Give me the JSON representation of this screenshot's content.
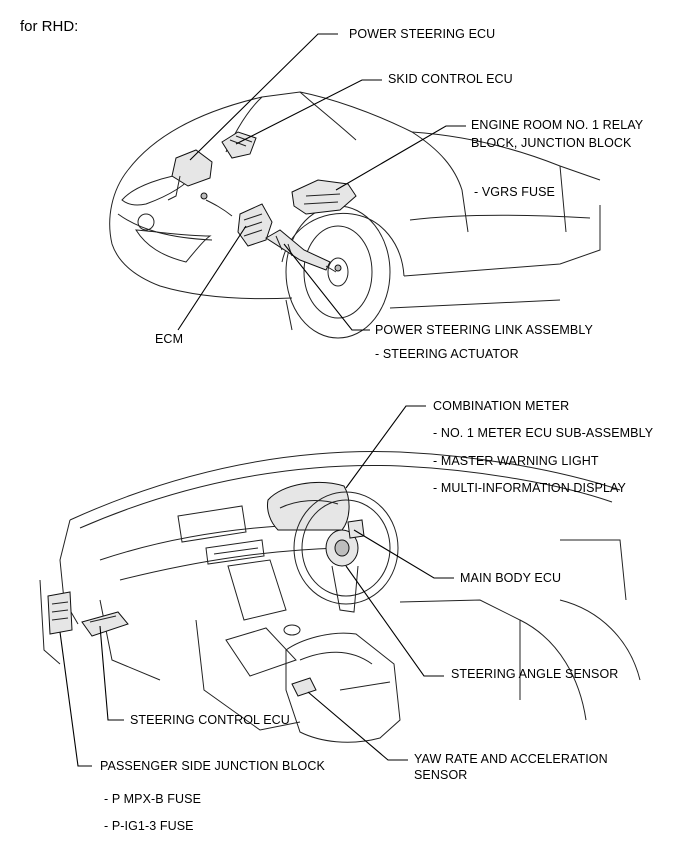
{
  "heading": "for RHD:",
  "top_view": {
    "power_steering_ecu": "POWER STEERING ECU",
    "skid_control_ecu": "SKID CONTROL ECU",
    "engine_room_relay_line1": "ENGINE ROOM NO. 1 RELAY",
    "engine_room_relay_line2": "BLOCK, JUNCTION BLOCK",
    "vgrs_fuse": "- VGRS FUSE",
    "ecm": "ECM",
    "link_assembly": "POWER STEERING LINK ASSEMBLY",
    "steering_actuator": "- STEERING ACTUATOR"
  },
  "bottom_view": {
    "combination_meter": "COMBINATION METER",
    "meter_ecu": "- NO. 1 METER ECU SUB-ASSEMBLY",
    "master_warning": "- MASTER WARNING LIGHT",
    "multi_info": "- MULTI-INFORMATION DISPLAY",
    "main_body_ecu": "MAIN BODY ECU",
    "steering_angle_sensor": "STEERING ANGLE SENSOR",
    "steering_control_ecu": "STEERING CONTROL ECU",
    "passenger_jb": "PASSENGER SIDE JUNCTION BLOCK",
    "p_mpxb_fuse": "- P MPX-B FUSE",
    "p_ig13_fuse": "- P-IG1-3 FUSE",
    "yaw_line1": "YAW RATE AND ACCELERATION",
    "yaw_line2": "SENSOR"
  }
}
